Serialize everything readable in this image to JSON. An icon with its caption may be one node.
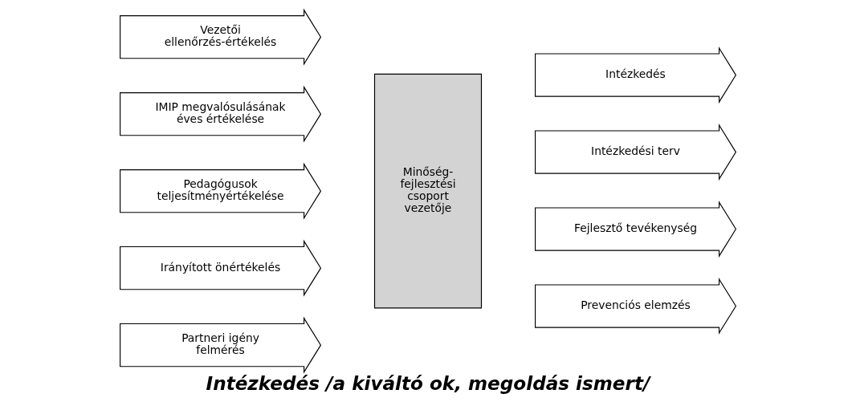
{
  "diagram": {
    "caption": "Intézkedés /a kiváltó ok, megoldás ismert/",
    "nodes": [
      {
        "text": [
          "Vezetői ellenőrzés-értékelés"
        ]
      },
      {
        "text": [
          "IMIP megvalósulásának éves értékelése"
        ]
      },
      {
        "text": [
          "Pedagógusok teljesítményértékelése"
        ]
      },
      {
        "text": [
          "Irányított önértékelés"
        ]
      },
      {
        "text": [
          "Partneri igény felmérés"
        ]
      },
      {
        "text": [
          "Minőség-fejlesztési csoport vezetője"
        ]
      },
      {
        "text": [
          "Intézkedés"
        ]
      },
      {
        "text": [
          "Intézkedési terv"
        ]
      },
      {
        "text": [
          "Fejlesztő tevékenység"
        ]
      },
      {
        "text": [
          "Prevenciós elemzés"
        ]
      }
    ]
  }
}
